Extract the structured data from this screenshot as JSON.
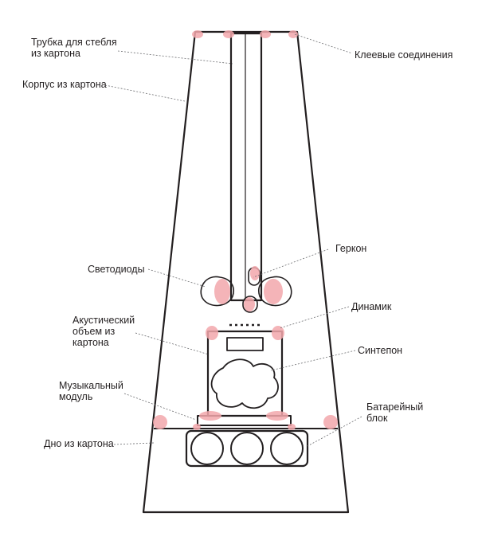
{
  "labels": {
    "tube": "Трубка для стебля\nиз картона",
    "glue": "Клеевые соединения",
    "body": "Корпус из картона",
    "reed": "Геркон",
    "leds": "Светодиоды",
    "speaker": "Динамик",
    "acoustic": "Акустический\nобъем из\nкартона",
    "padding": "Синтепон",
    "music": "Музыкальный\nмодуль",
    "battery": "Батарейный\nблок",
    "bottom": "Дно из картона"
  },
  "colors": {
    "line": "#231f20",
    "glue_spot": "#f2a7ab",
    "leader": "#6d6e71"
  }
}
